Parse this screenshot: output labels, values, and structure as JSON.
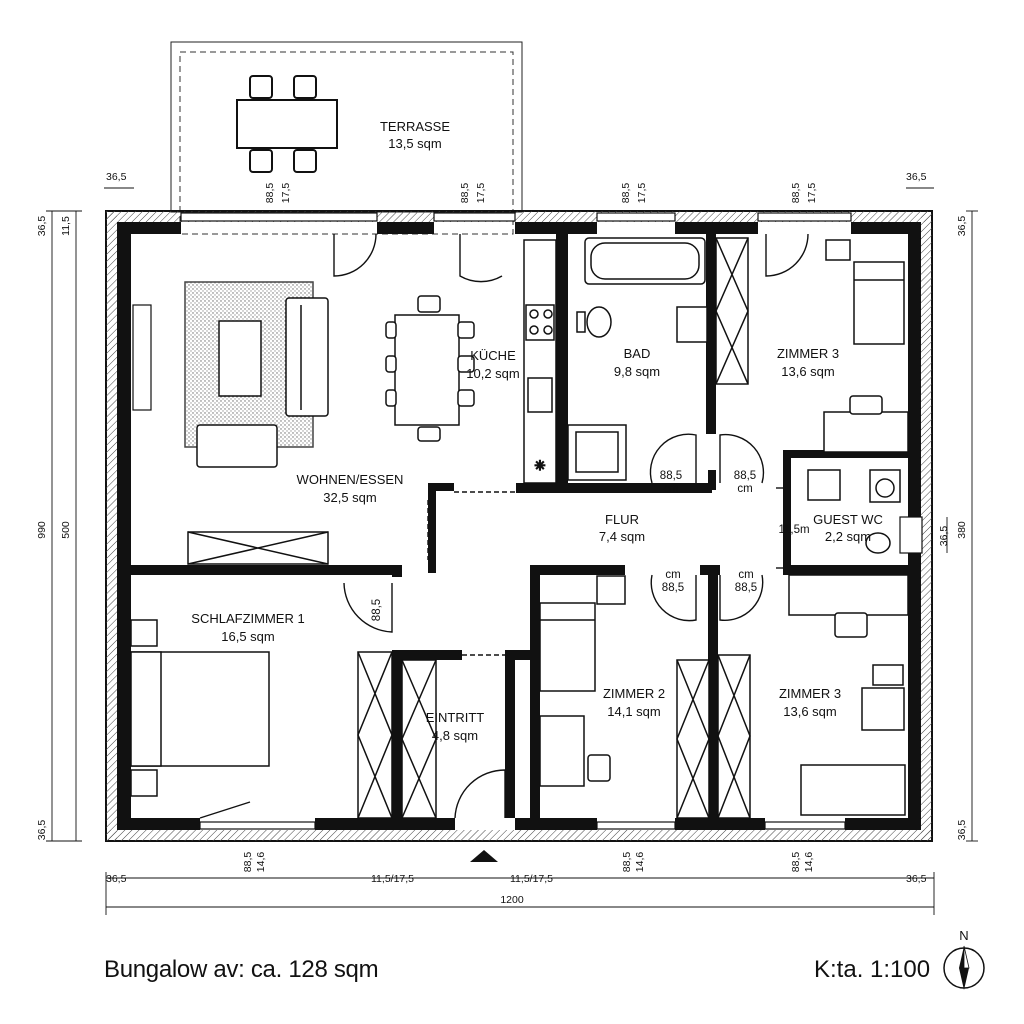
{
  "rooms": {
    "terrasse": {
      "name": "TERRASSE",
      "area": "13,5 sqm"
    },
    "wohnen": {
      "name": "WOHNEN/ESSEN",
      "area": "32,5 sqm"
    },
    "kueche": {
      "name": "KÜCHE",
      "area": "10,2 sqm"
    },
    "bad": {
      "name": "BAD",
      "area": "9,8 sqm"
    },
    "zimmer3_top": {
      "name": "ZIMMER 3",
      "area": "13,6 sqm"
    },
    "flur": {
      "name": "FLUR",
      "area": "7,4 sqm"
    },
    "guest_wc": {
      "name": "GUEST WC",
      "area": "2,2 sqm"
    },
    "schlafzimmer1": {
      "name": "SCHLAFZIMMER 1",
      "area": "16,5 sqm"
    },
    "eintritt": {
      "name": "EINTRITT",
      "area": "4,8 sqm"
    },
    "zimmer2": {
      "name": "ZIMMER 2",
      "area": "14,1 sqm"
    },
    "zimmer3_bottom": {
      "name": "ZIMMER 3",
      "area": "13,6 sqm"
    }
  },
  "doors": {
    "bad_top": "88,5",
    "bad_bottom": "cm",
    "z3_top": "88,5",
    "z3_bottom": "cm",
    "z2_top": "cm",
    "z2_bottom": "88,5",
    "z3b_top": "cm",
    "z3b_bottom": "88,5",
    "schlaf": "88,5",
    "wc": "11,5m"
  },
  "dimensions": {
    "top_left": "36,5",
    "top_right": "36,5",
    "top_windows": [
      {
        "a": "88,5",
        "b": "17,5"
      },
      {
        "a": "88,5",
        "b": "17,5"
      },
      {
        "a": "88,5",
        "b": "17,5"
      },
      {
        "a": "88,5",
        "b": "17,5"
      }
    ],
    "left_top_a": "36,5",
    "left_top_b": "11,5",
    "left_total": "990",
    "left_inner": "500",
    "left_bottom": "36,5",
    "right_top": "36,5",
    "right_mid_a": "36,5",
    "right_mid_b": "380",
    "right_bottom": "36,5",
    "bottom_windows": [
      {
        "a": "88,5",
        "b": "14,6"
      },
      {
        "a": "88,5",
        "b": "14,6"
      },
      {
        "a": "88,5",
        "b": "14,6"
      }
    ],
    "bottom_left": "36,5",
    "bottom_mid1": "11,5/17,5",
    "bottom_mid2": "11,5/17,5",
    "bottom_right": "36,5",
    "bottom_total": "1200"
  },
  "footer": {
    "title": "Bungalow av: ca. 128 sqm",
    "scale": "K:ta. 1:100"
  },
  "compass": {
    "label": "N"
  }
}
